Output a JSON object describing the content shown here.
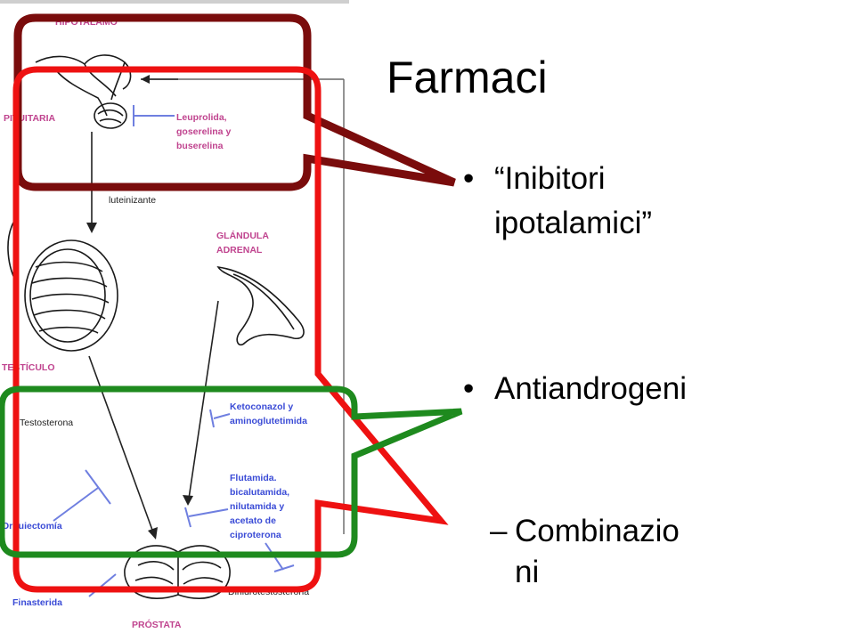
{
  "slide": {
    "title": "Farmaci",
    "bullets": [
      {
        "marker": "•",
        "line1": "“Inibitori",
        "line2": "ipotalamici”"
      },
      {
        "marker": "•",
        "line1": "Antiandrogeni"
      }
    ],
    "sub_bullet": {
      "marker": "–",
      "line1": "Combinazio",
      "line2": "ni"
    }
  },
  "diagram": {
    "labels": {
      "hipotalamo": "HIPOTALAMO",
      "pituitaria": "PITUITARIA",
      "leuprolida_1": "Leuprolida,",
      "leuprolida_2": "goserelina y",
      "leuprolida_3": "buserelina",
      "luteinizante": "luteinizante",
      "glandula_1": "GLÁNDULA",
      "glandula_2": "ADRENAL",
      "testiculo": "TESTÍCULO",
      "testosterona": "Testosterona",
      "keto_1": "Ketoconazol y",
      "keto_2": "aminoglutetimida",
      "fluta_1": "Flutamida.",
      "fluta_2": "bicalutamida,",
      "fluta_3": "nilutamida y",
      "fluta_4": "acetato de",
      "fluta_5": "ciproterona",
      "orquiectomia": "Orquiectomía",
      "finasterida": "Finasterida",
      "dihidro": "Dihidrotestosterona",
      "prostata": "PRÓSTATA"
    }
  },
  "colors": {
    "dark_red_callout": "#7a0c0c",
    "red_callout": "#ee1111",
    "green_callout": "#1e8a1e",
    "label_blue": "#3a4bd6",
    "label_pink": "#c0448f"
  }
}
